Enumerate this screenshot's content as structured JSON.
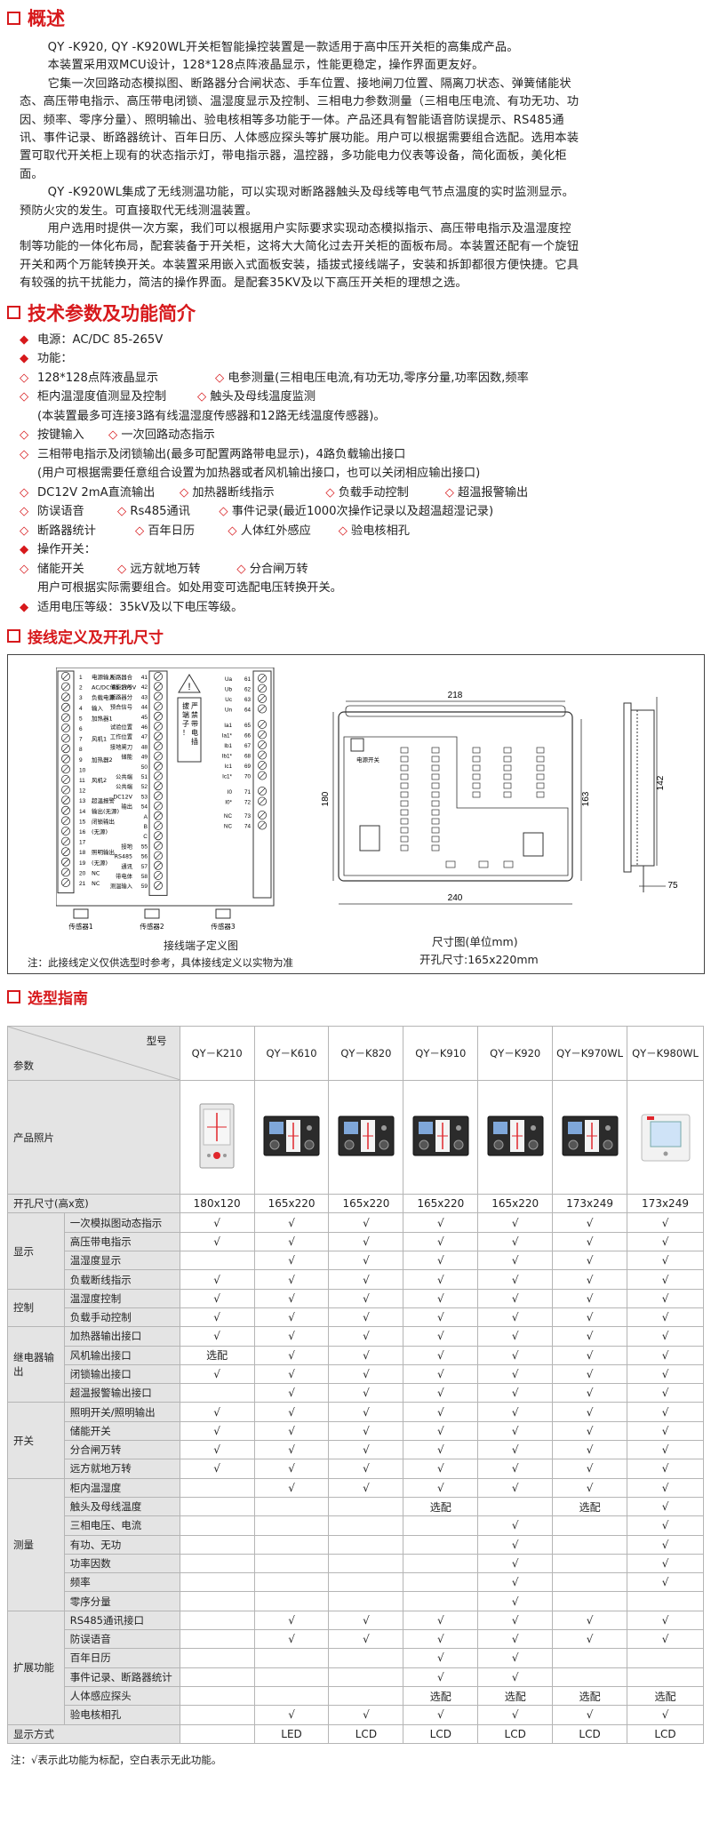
{
  "sections": {
    "overview_title": "概述",
    "specs_title": "技术参数及功能简介",
    "wiring_title": "接线定义及开孔尺寸",
    "selection_title": "选型指南"
  },
  "overview": {
    "p1": "QY -K920, QY -K920WL开关柜智能操控装置是一款适用于高中压开关柜的高集成产品。",
    "p2": "本装置采用双MCU设计，128*128点阵液晶显示，性能更稳定，操作界面更友好。",
    "p3": "它集一次回路动态模拟图、断路器分合闸状态、手车位置、接地闸刀位置、隔离刀状态、弹簧储能状态、高压带电指示、高压带电闭锁、温湿度显示及控制、三相电力参数测量（三相电压电流、有功无功、功因、频率、零序分量）、照明输出、验电核相等多功能于一体。产品还具有智能语音防误提示、RS485通讯、事件记录、断路器统计、百年日历、人体感应探头等扩展功能。用户可以根据需要组合选配。选用本装置可取代开关柜上现有的状态指示灯，带电指示器，温控器，多功能电力仪表等设备，简化面板，美化柜面。",
    "p4": "QY -K920WL集成了无线测温功能，可以实现对断路器触头及母线等电气节点温度的实时监测显示。预防火灾的发生。可直接取代无线测温装置。",
    "p5": "用户选用时提供一次方案，我们可以根据用户实际要求实现动态模拟指示、高压带电指示及温湿度控制等功能的一体化布局，配套装备于开关柜，这将大大简化过去开关柜的面板布局。本装置还配有一个旋钮开关和两个万能转换开关。本装置采用嵌入式面板安装，插拔式接线端子，安装和拆卸都很方便快捷。它具有较强的抗干扰能力，简洁的操作界面。是配套35KV及以下高压开关柜的理想之选。"
  },
  "specs": {
    "bullet": "◆",
    "sub_bullet": "◇",
    "power": "电源：AC/DC 85-265V",
    "functions": "功能：",
    "f1a": "128*128点阵液晶显示",
    "f1b": "电参测量(三相电压电流,有功无功,零序分量,功率因数,频率",
    "f2a": "柜内温湿度值测显及控制",
    "f2b": "触头及母线温度监测",
    "f2c": "(本装置最多可连接3路有线温湿度传感器和12路无线温度传感器)。",
    "f3a": "按键输入",
    "f3b": "一次回路动态指示",
    "f4a": "三相带电指示及闭锁输出(最多可配置两路带电显示)，4路负载输出接口",
    "f4b": "(用户可根据需要任意组合设置为加热器或者风机输出接口，也可以关闭相应输出接口)",
    "f5a": "DC12V 2mA直流输出",
    "f5b": "加热器断线指示",
    "f5c": "负载手动控制",
    "f5d": "超温报警输出",
    "f6a": "防误语音",
    "f6b": "Rs485通讯",
    "f6c": "事件记录(最近1000次操作记录以及超温超湿记录)",
    "f7a": "断路器统计",
    "f7b": "百年日历",
    "f7c": "人体红外感应",
    "f7d": "验电核相孔",
    "ops": "操作开关：",
    "o1a": "储能开关",
    "o1b": "远方就地万转",
    "o1c": "分合闸万转",
    "o2": "用户可根据实际需要组合。如处用变可选配电压转换开关。",
    "voltage": "适用电压等级：35kV及以下电压等级。"
  },
  "wiring": {
    "left_terms": [
      {
        "num": "1",
        "label": "电源输入"
      },
      {
        "num": "2",
        "label": "AC/DC 85-265V"
      },
      {
        "num": "3",
        "label": "负载电源"
      },
      {
        "num": "4",
        "label": "输入"
      },
      {
        "num": "5",
        "label": "加热器1"
      },
      {
        "num": "6",
        "label": ""
      },
      {
        "num": "7",
        "label": "风机1"
      },
      {
        "num": "8",
        "label": ""
      },
      {
        "num": "9",
        "label": "加热器2"
      },
      {
        "num": "10",
        "label": ""
      },
      {
        "num": "11",
        "label": "风机2"
      },
      {
        "num": "12",
        "label": ""
      },
      {
        "num": "13",
        "label": "超温报警"
      },
      {
        "num": "14",
        "label": "输出(无源)"
      },
      {
        "num": "15",
        "label": "闭锁输出"
      },
      {
        "num": "16",
        "label": "(无源)"
      },
      {
        "num": "17",
        "label": ""
      },
      {
        "num": "18",
        "label": "照明输出"
      },
      {
        "num": "19",
        "label": "(无源)"
      },
      {
        "num": "20",
        "label": "NC"
      },
      {
        "num": "21",
        "label": "NC"
      }
    ],
    "mid_terms": [
      {
        "num": "41",
        "label": "断路器合"
      },
      {
        "num": "42",
        "label": "储能信号"
      },
      {
        "num": "43",
        "label": "断路器分"
      },
      {
        "num": "44",
        "label": "预合信号"
      },
      {
        "num": "45",
        "label": ""
      },
      {
        "num": "46",
        "label": "试验位置"
      },
      {
        "num": "47",
        "label": "工作位置"
      },
      {
        "num": "48",
        "label": "接地闸刀"
      },
      {
        "num": "49",
        "label": "储能"
      },
      {
        "num": "50",
        "label": ""
      },
      {
        "num": "51",
        "label": "公共端"
      },
      {
        "num": "52",
        "label": "公共端"
      },
      {
        "num": "53",
        "label": "DC12V"
      },
      {
        "num": "54",
        "label": "输出"
      },
      {
        "num": "A",
        "label": "A"
      },
      {
        "num": "B",
        "label": "B"
      },
      {
        "num": "C",
        "label": "C"
      },
      {
        "num": "55",
        "label": "接地"
      },
      {
        "num": "56",
        "label": "RS485"
      },
      {
        "num": "57",
        "label": "通讯"
      },
      {
        "num": "58",
        "label": "带电体"
      },
      {
        "num": "59",
        "label": "测温输入"
      }
    ],
    "right_terms": [
      {
        "num": "61",
        "label": "Ua"
      },
      {
        "num": "62",
        "label": "Ub"
      },
      {
        "num": "63",
        "label": "Uc"
      },
      {
        "num": "64",
        "label": "Un"
      },
      {
        "num": "65",
        "label": "Ia1"
      },
      {
        "num": "66",
        "label": "Ia1*"
      },
      {
        "num": "67",
        "label": "Ib1"
      },
      {
        "num": "68",
        "label": "Ib1*"
      },
      {
        "num": "69",
        "label": "Ic1"
      },
      {
        "num": "70",
        "label": "Ic1*"
      },
      {
        "num": "71",
        "label": "I0"
      },
      {
        "num": "72",
        "label": "I0*"
      },
      {
        "num": "73",
        "label": "NC"
      },
      {
        "num": "74",
        "label": "NC"
      }
    ],
    "warning": "严禁带电插拔端子！",
    "sensors": [
      "传感器1",
      "传感器2",
      "传感器3"
    ],
    "terminal_caption": "接线端子定义图",
    "note": "注：此接线定义仅供选型时参考，具体接线定义以实物为准",
    "dim_218": "218",
    "dim_180": "180",
    "dim_163": "163",
    "dim_240": "240",
    "dim_142": "142",
    "dim_75": "75",
    "power_switch": "电源开关",
    "size_caption": "尺寸图(单位mm)",
    "cutout_caption": "开孔尺寸:165x220mm"
  },
  "selection": {
    "header_model": "型号",
    "header_param": "参数",
    "models": [
      "QY－K210",
      "QY－K610",
      "QY－K820",
      "QY－K910",
      "QY－K920",
      "QY－K970WL",
      "QY－K980WL"
    ],
    "photo_label": "产品照片",
    "cutout_label": "开孔尺寸(高x宽)",
    "cutouts": [
      "180x120",
      "165x220",
      "165x220",
      "165x220",
      "165x220",
      "173x249",
      "173x249"
    ],
    "groups": [
      {
        "name": "显示",
        "rows": [
          {
            "label": "一次模拟图动态指示",
            "cells": [
              "√",
              "√",
              "√",
              "√",
              "√",
              "√",
              "√"
            ]
          },
          {
            "label": "高压带电指示",
            "cells": [
              "√",
              "√",
              "√",
              "√",
              "√",
              "√",
              "√"
            ]
          },
          {
            "label": "温湿度显示",
            "cells": [
              "",
              "√",
              "√",
              "√",
              "√",
              "√",
              "√"
            ]
          },
          {
            "label": "负载断线指示",
            "cells": [
              "√",
              "√",
              "√",
              "√",
              "√",
              "√",
              "√"
            ]
          }
        ]
      },
      {
        "name": "控制",
        "rows": [
          {
            "label": "温湿度控制",
            "cells": [
              "√",
              "√",
              "√",
              "√",
              "√",
              "√",
              "√"
            ]
          },
          {
            "label": "负载手动控制",
            "cells": [
              "√",
              "√",
              "√",
              "√",
              "√",
              "√",
              "√"
            ]
          }
        ]
      },
      {
        "name": "继电器输出",
        "rows": [
          {
            "label": "加热器输出接口",
            "cells": [
              "√",
              "√",
              "√",
              "√",
              "√",
              "√",
              "√"
            ]
          },
          {
            "label": "风机输出接口",
            "cells": [
              "选配",
              "√",
              "√",
              "√",
              "√",
              "√",
              "√"
            ]
          },
          {
            "label": "闭锁输出接口",
            "cells": [
              "√",
              "√",
              "√",
              "√",
              "√",
              "√",
              "√"
            ]
          },
          {
            "label": "超温报警输出接口",
            "cells": [
              "",
              "√",
              "√",
              "√",
              "√",
              "√",
              "√"
            ]
          }
        ]
      },
      {
        "name": "开关",
        "rows": [
          {
            "label": "照明开关/照明输出",
            "cells": [
              "√",
              "√",
              "√",
              "√",
              "√",
              "√",
              "√"
            ]
          },
          {
            "label": "储能开关",
            "cells": [
              "√",
              "√",
              "√",
              "√",
              "√",
              "√",
              "√"
            ]
          },
          {
            "label": "分合闸万转",
            "cells": [
              "√",
              "√",
              "√",
              "√",
              "√",
              "√",
              "√"
            ]
          },
          {
            "label": "远方就地万转",
            "cells": [
              "√",
              "√",
              "√",
              "√",
              "√",
              "√",
              "√"
            ]
          }
        ]
      },
      {
        "name": "测量",
        "rows": [
          {
            "label": "柜内温湿度",
            "cells": [
              "",
              "√",
              "√",
              "√",
              "√",
              "√",
              "√"
            ]
          },
          {
            "label": "触头及母线温度",
            "cells": [
              "",
              "",
              "",
              "选配",
              "",
              "选配",
              "√"
            ]
          },
          {
            "label": "三相电压、电流",
            "cells": [
              "",
              "",
              "",
              "",
              "√",
              "",
              "√"
            ]
          },
          {
            "label": "有功、无功",
            "cells": [
              "",
              "",
              "",
              "",
              "√",
              "",
              "√"
            ]
          },
          {
            "label": "功率因数",
            "cells": [
              "",
              "",
              "",
              "",
              "√",
              "",
              "√"
            ]
          },
          {
            "label": "频率",
            "cells": [
              "",
              "",
              "",
              "",
              "√",
              "",
              "√"
            ]
          },
          {
            "label": "零序分量",
            "cells": [
              "",
              "",
              "",
              "",
              "√",
              "",
              ""
            ]
          }
        ]
      },
      {
        "name": "扩展功能",
        "rows": [
          {
            "label": "RS485通讯接口",
            "cells": [
              "",
              "√",
              "√",
              "√",
              "√",
              "√",
              "√"
            ]
          },
          {
            "label": "防误语音",
            "cells": [
              "",
              "√",
              "√",
              "√",
              "√",
              "√",
              "√"
            ]
          },
          {
            "label": "百年日历",
            "cells": [
              "",
              "",
              "",
              "√",
              "√",
              "",
              ""
            ]
          },
          {
            "label": "事件记录、断路器统计",
            "cells": [
              "",
              "",
              "",
              "√",
              "√",
              "",
              ""
            ]
          },
          {
            "label": "人体感应探头",
            "cells": [
              "",
              "",
              "",
              "选配",
              "选配",
              "选配",
              "选配"
            ]
          },
          {
            "label": "验电核相孔",
            "cells": [
              "",
              "√",
              "√",
              "√",
              "√",
              "√",
              "√"
            ]
          }
        ]
      }
    ],
    "display_label": "显示方式",
    "display": [
      "",
      "LED",
      "LCD",
      "LCD",
      "LCD",
      "LCD",
      "LCD"
    ],
    "footnote": "注：√表示此功能为标配，空白表示无此功能。"
  },
  "colors": {
    "accent": "#d7191c",
    "header_bg": "#e4e4e4",
    "device_dark": "#2b2b2b",
    "device_red": "#e0262c"
  }
}
